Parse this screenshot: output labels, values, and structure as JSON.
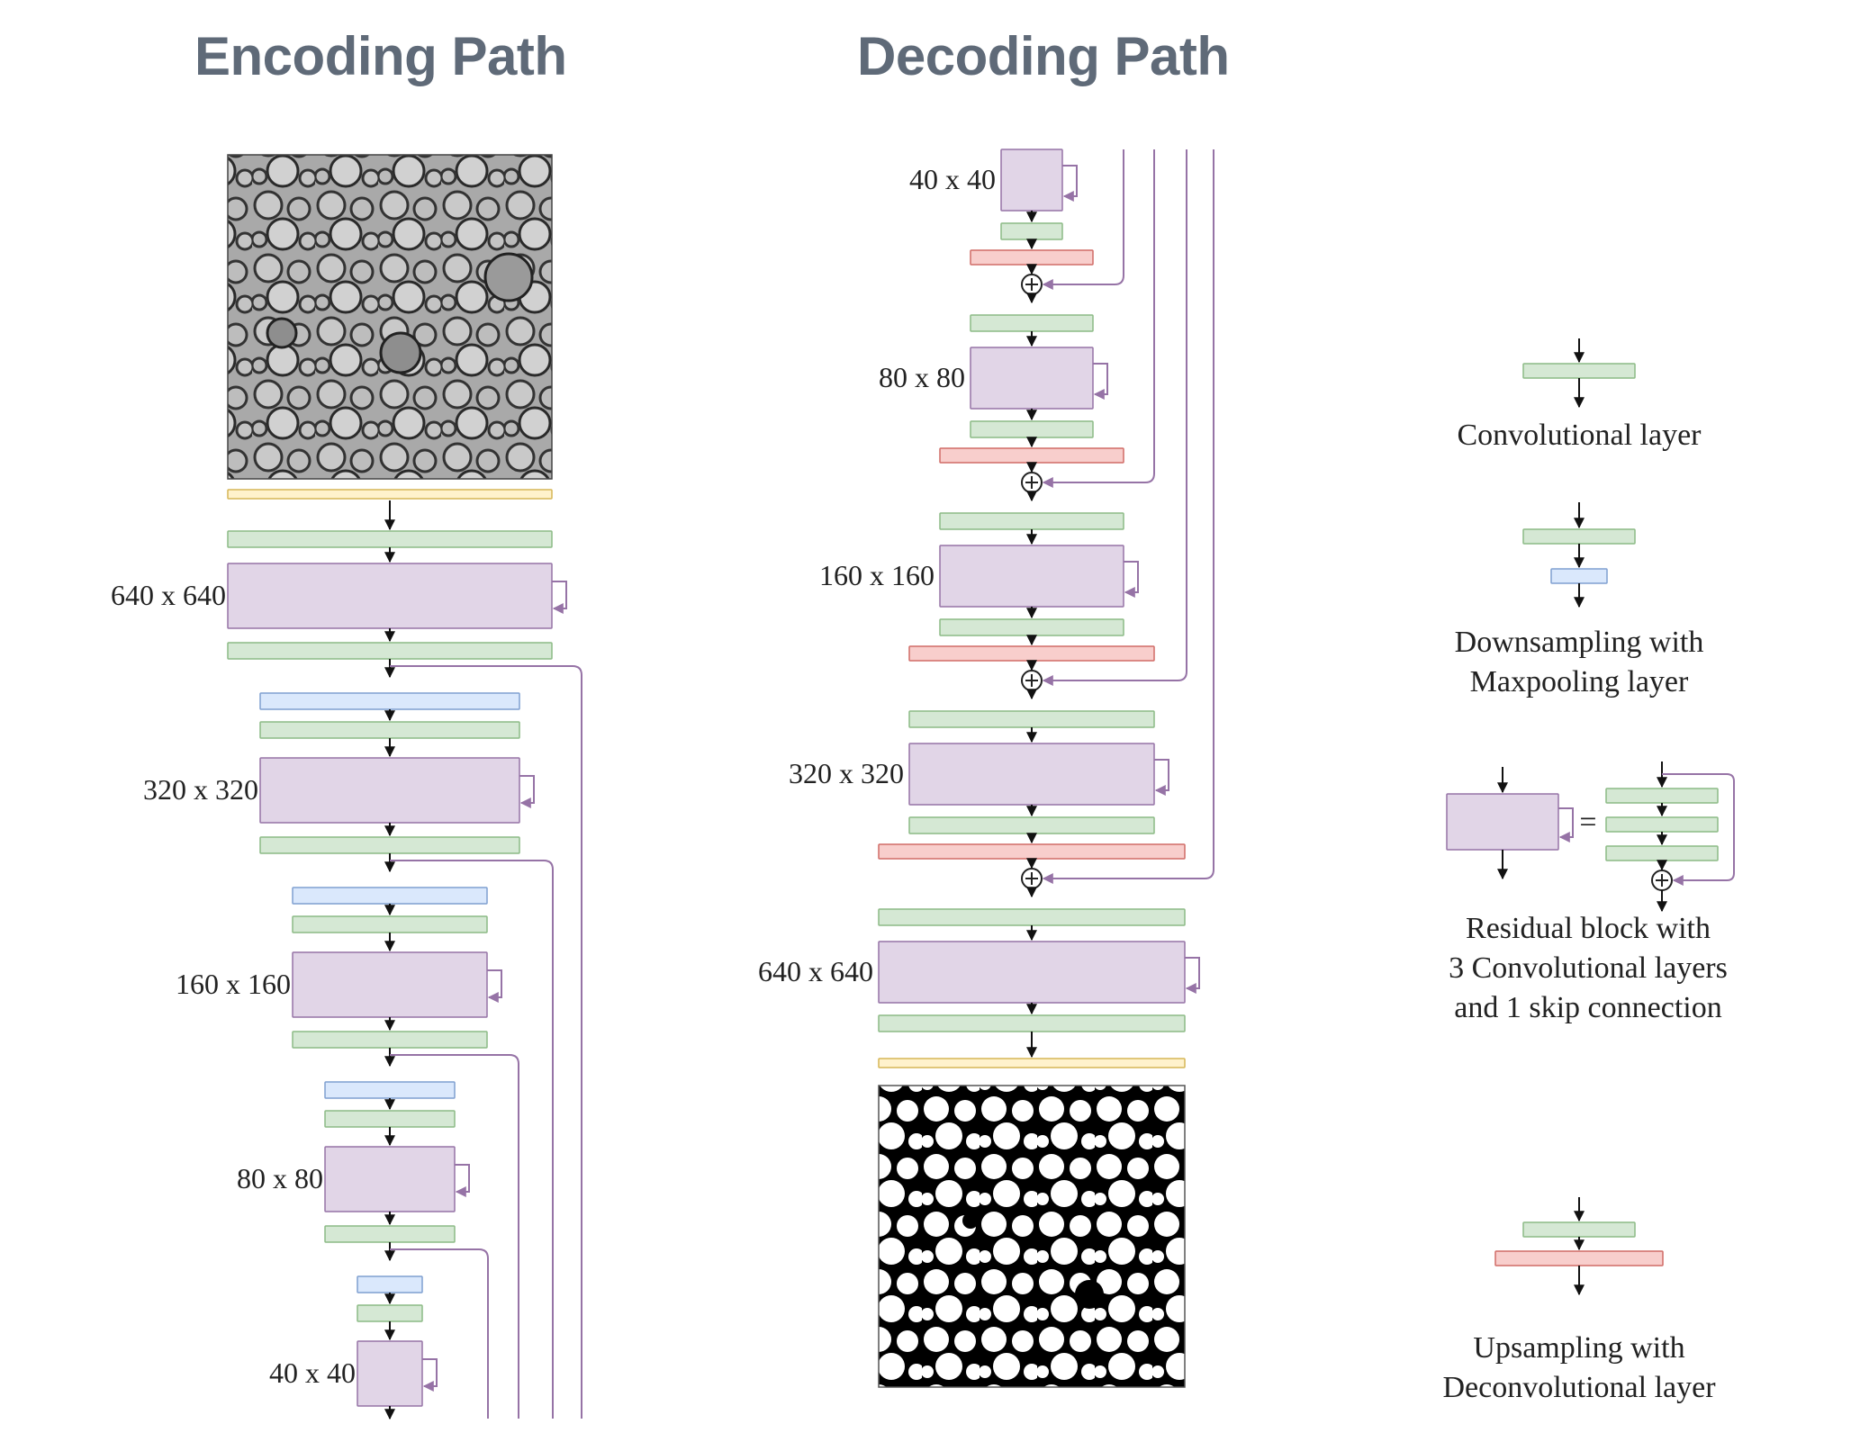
{
  "titles": {
    "encoding": "Encoding Path",
    "decoding": "Decoding Path"
  },
  "encoder_sizes": [
    "640 x 640",
    "320 x 320",
    "160 x 160",
    "80 x 80",
    "40 x 40"
  ],
  "decoder_sizes": [
    "40 x 40",
    "80 x 80",
    "160 x 160",
    "320 x 320",
    "640 x 640"
  ],
  "images": {
    "input": "electron microscopy input image",
    "output": "segmentation output map"
  },
  "legend": {
    "conv": [
      "Convolutional layer"
    ],
    "down": [
      "Downsampling with",
      "Maxpooling layer"
    ],
    "res": [
      "Residual block with",
      "3 Convolutional layers",
      "and 1 skip connection"
    ],
    "up": [
      "Upsampling with",
      "Deconvolutional layer"
    ],
    "equals": "="
  },
  "colors": {
    "conv": "#d5e8d4",
    "conv_stroke": "#8cba85",
    "pool": "#dae8fc",
    "pool_stroke": "#7f9fd0",
    "res": "#e1d5e7",
    "res_stroke": "#9673a6",
    "deconv": "#f8cecc",
    "deconv_stroke": "#d06b66",
    "io": "#fff2cc",
    "io_stroke": "#d6b656",
    "skip": "#9673a6",
    "arrow": "#111111"
  }
}
